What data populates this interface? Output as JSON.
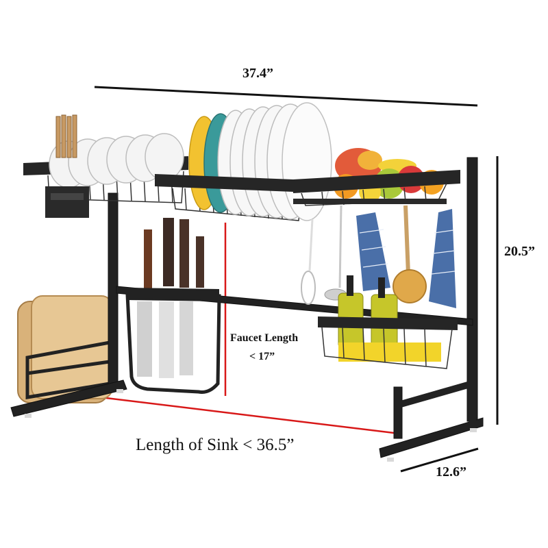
{
  "dimensions": {
    "width_label": "37.4”",
    "height_label": "20.5”",
    "depth_label": "12.6”",
    "faucet_length_label": "Faucet Length",
    "faucet_length_value": "< 17”",
    "sink_length_label": "Length of Sink <  36.5”"
  },
  "colors": {
    "rack_frame": "#222222",
    "measure_line": "#111111",
    "red_measure": "#d81818",
    "cutting_board": "#d9b27a",
    "plate_yellow": "#f2c230",
    "plate_teal": "#3a9a9a"
  }
}
